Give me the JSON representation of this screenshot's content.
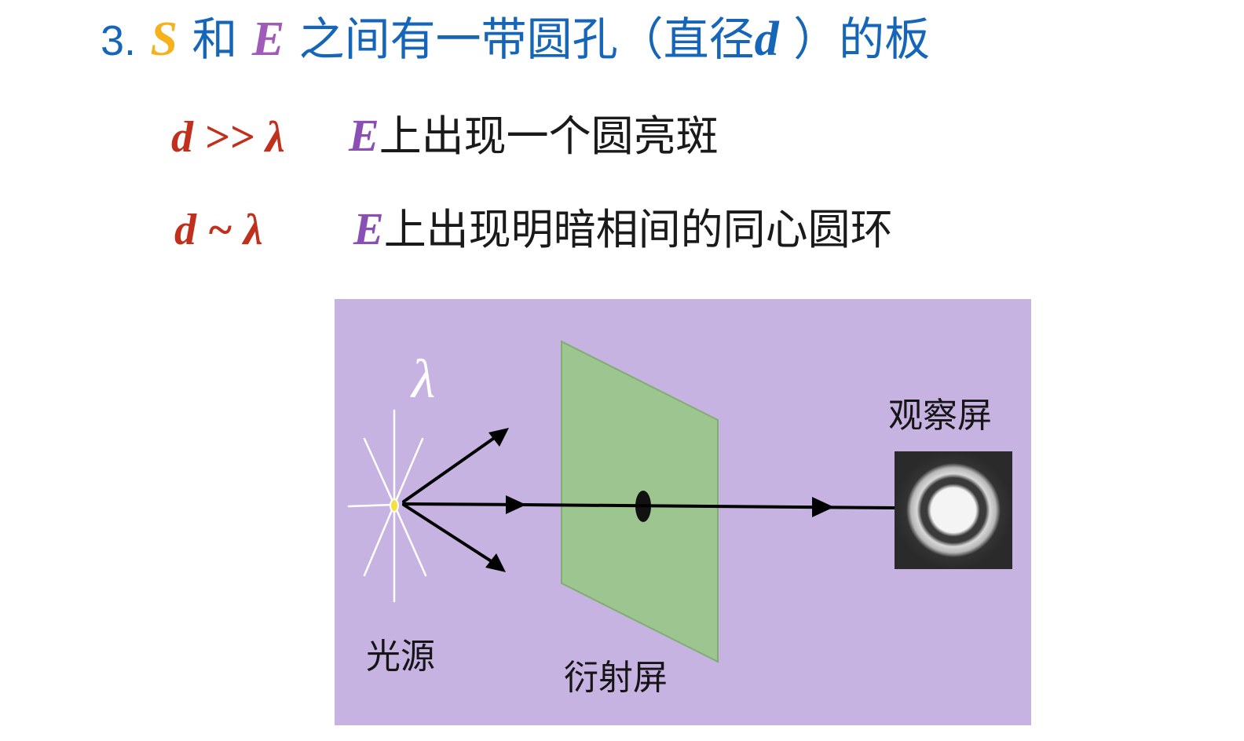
{
  "heading": {
    "number": "3.",
    "symbol_s": "S",
    "connector": "和",
    "symbol_e": "E",
    "text": "之间有一带圆孔（直径",
    "symbol_d": "d",
    "text_end": "）的板"
  },
  "rows": [
    {
      "condition": "d >> λ",
      "screen_var": "E",
      "description": "上出现一个圆亮斑"
    },
    {
      "condition": "d ~ λ",
      "screen_var": "E",
      "description": "上出现明暗相间的同心圆环"
    }
  ],
  "figure": {
    "wavelength_symbol": "λ",
    "source_label": "光源",
    "diffraction_screen_label": "衍射屏",
    "observation_screen_label": "观察屏"
  },
  "colors": {
    "heading": "#1565b8",
    "symbol_s": "#f5b21a",
    "symbol_e": "#a05ab8",
    "condition": "#c0301c",
    "figure_background": "#c7b3e2",
    "diffraction_screen": "#9dc58f"
  }
}
